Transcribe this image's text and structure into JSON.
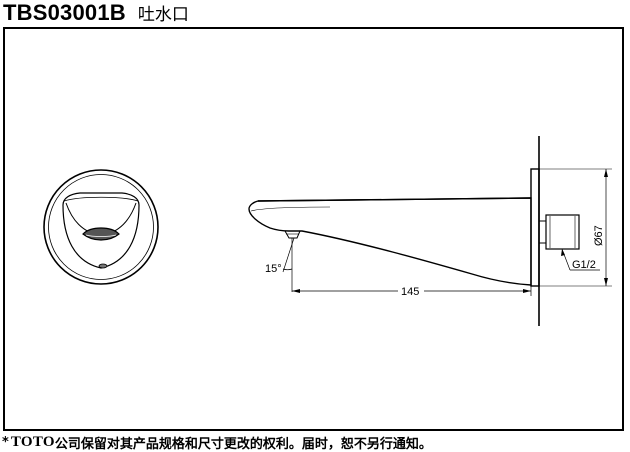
{
  "header": {
    "model": "TBS03001B",
    "name": "吐水口"
  },
  "dimensions": {
    "angle": "15°",
    "length": "145",
    "diameter": "Ø67",
    "thread": "G1/2"
  },
  "footer": {
    "star": "*",
    "brand": "TOTO",
    "notice": "公司保留对其产品规格和尺寸更改的权利。届时，恕不另行通知。"
  }
}
